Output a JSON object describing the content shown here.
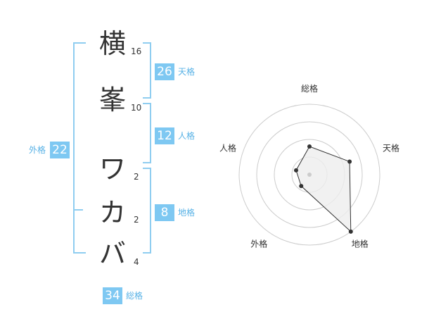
{
  "name_chars": [
    {
      "char": "横",
      "strokes": "16"
    },
    {
      "char": "峯",
      "strokes": "10"
    },
    {
      "char": "ワ",
      "strokes": "2"
    },
    {
      "char": "カ",
      "strokes": "2"
    },
    {
      "char": "バ",
      "strokes": "4"
    }
  ],
  "kakusu": {
    "tenkaku": {
      "value": "26",
      "label": "天格"
    },
    "jinkaku": {
      "value": "12",
      "label": "人格"
    },
    "chikaku": {
      "value": "8",
      "label": "地格"
    },
    "gaikaku": {
      "value": "22",
      "label": "外格"
    },
    "soukaku": {
      "value": "34",
      "label": "総格"
    }
  },
  "chart_data": {
    "type": "radar",
    "axes": [
      "総格",
      "天格",
      "地格",
      "外格",
      "人格"
    ],
    "values": [
      2,
      3,
      5,
      1,
      1
    ],
    "max": 5,
    "rings": 4,
    "colors": {
      "accent": "#7ec8f2",
      "line": "#333333",
      "fill": "#eeeeee",
      "ring": "#cccccc"
    }
  }
}
